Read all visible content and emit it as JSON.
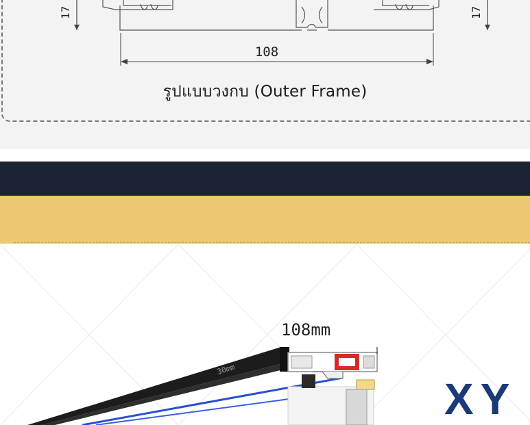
{
  "drawing": {
    "width_label": "108",
    "height_left_label": "17",
    "height_right_label": "17"
  },
  "caption": "รูปแบบวงกบ (Outer Frame)",
  "product": {
    "width_label": "108mm",
    "depth_label": "30mm"
  },
  "brand_text": "XY",
  "colors": {
    "navy": "#1b2333",
    "gold": "#ecc970",
    "brand_blue": "#1b3a77"
  }
}
